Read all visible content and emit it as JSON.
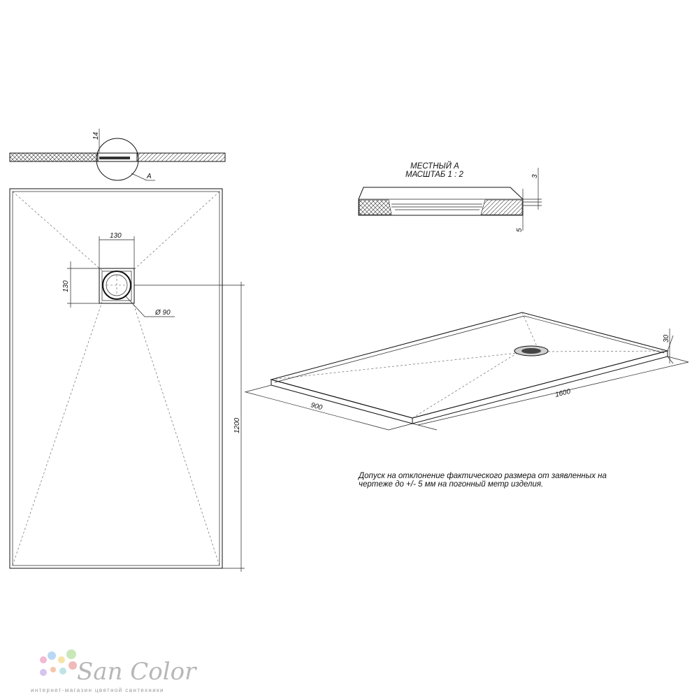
{
  "views": {
    "side": {
      "depth_label": "14",
      "callout_label": "A"
    },
    "top": {
      "drain_width_label": "130",
      "drain_height_label": "130",
      "drain_diameter_label": "Ø 90",
      "length_label": "1200"
    },
    "detail": {
      "title_line1": "МЕСТНЫЙ А",
      "title_line2": "МАСШТАБ 1 : 2",
      "step_label": "3",
      "thickness_label": "5"
    },
    "isometric": {
      "width_label": "900",
      "length_label": "1600",
      "height_label": "30"
    }
  },
  "note": {
    "line1": "Допуск на отклонение фактического размера от заявленных на",
    "line2": "чертеже до +/- 5 мм на погонный метр изделия."
  },
  "watermark": {
    "brand": "San Color",
    "tagline": "интернет-магазин цветной сантехники",
    "dot_colors": [
      "#f3b8d2",
      "#b9d8f3",
      "#f6e3a6",
      "#c9e8b9",
      "#d6c4ef",
      "#f4c7a8",
      "#bfe3e6",
      "#f1b9b9"
    ]
  }
}
